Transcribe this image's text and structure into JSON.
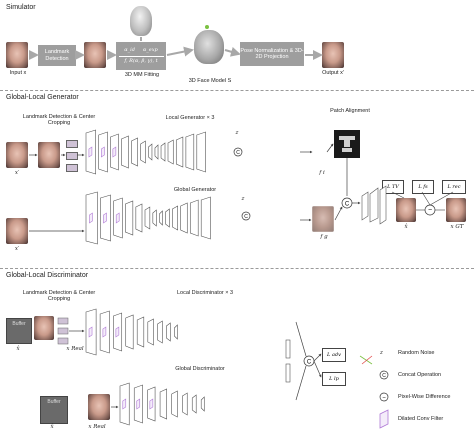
{
  "simulator": {
    "title": "Simulator",
    "input_label": "Input x",
    "landmark_box": "Landmark Detection",
    "params": {
      "alpha_id": "α_id",
      "alpha_exp": "α_exp",
      "f_line": "f, R(α, β, γ), t"
    },
    "mm_fitting": "3D MM Fitting",
    "face_model": "3D Face Model S",
    "pose_box": "Pose Normalization & 3D-2D Projection",
    "output_label": "Output x′"
  },
  "generator": {
    "title": "Global-Local Generator",
    "landmark_crop": "Landmark Detection & Center Cropping",
    "local_gen": "Local Generator × 3",
    "global_gen": "Global Generator",
    "patch_alignment": "Patch Alignment",
    "x_prime_top": "x′",
    "x_prime_bottom": "x′",
    "f_i": "f i",
    "f_g": "f g",
    "z_top": "z",
    "z_bottom": "z",
    "concat_top": "C",
    "concat_bottom": "C",
    "concat_mid": "C",
    "x_hat": "x̂",
    "x_gt": "x GT",
    "loss_tv": "L TV",
    "loss_fs": "L fs",
    "loss_rec": "L rec",
    "minus": "−"
  },
  "discriminator": {
    "title": "Global-Local Discriminator",
    "landmark_crop": "Landmark Detection & Center Cropping",
    "local_disc": "Local Discriminator × 3",
    "global_disc": "Global Discriminator",
    "x_hat_top": "x̂",
    "x_real_top": "x Real",
    "x_hat_bottom": "x̂",
    "x_real_bottom": "x Real",
    "buffer_top": "Buffer",
    "buffer_bottom": "Buffer",
    "concat": "C",
    "loss_adv": "L adv",
    "loss_lp": "L lp"
  },
  "legend": {
    "z_symbol": "z",
    "random_noise": "Random Noise",
    "c_symbol": "C",
    "concat_operation": "Concat Operation",
    "minus_symbol": "−",
    "pixel_wise_difference": "Pixel-Wise Difference",
    "dilated_conv": "Dilated Conv Filter"
  },
  "colors": {
    "box_gray": "#9e9e9e",
    "arrow_gray": "#a8a8a8",
    "filter_purple": "#b07ad6",
    "block_edge": "#555555",
    "accent_green": "#7bc142"
  }
}
